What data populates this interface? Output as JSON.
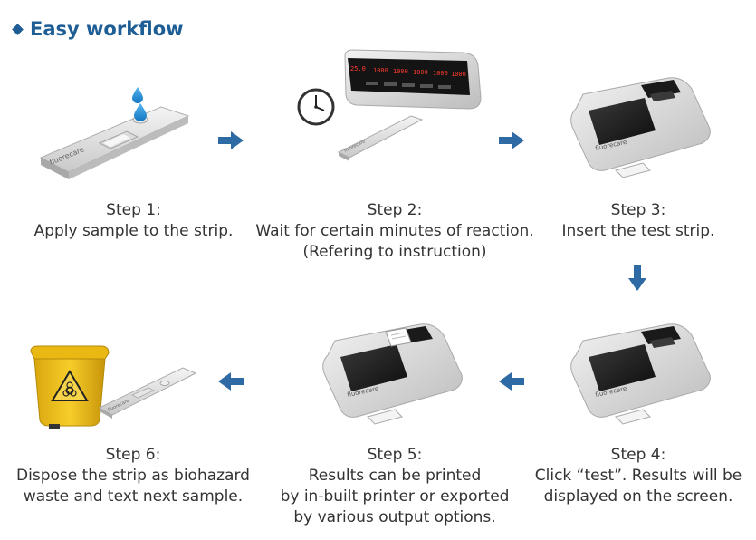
{
  "heading": "Easy workflow",
  "colors": {
    "accent": "#1f5e95",
    "arrow": "#2e6aa3",
    "bin": "#f2c21b"
  },
  "icons": {
    "heading": "diamond-bullet-icon",
    "arrow_right": "arrow-right-icon",
    "arrow_down": "arrow-down-icon",
    "arrow_left": "arrow-left-icon"
  },
  "brand": "fluorecare",
  "analyzer_display": [
    "25.0",
    "1000",
    "1000",
    "1000",
    "1000",
    "1000"
  ],
  "steps": [
    {
      "title": "Step 1:",
      "lines": [
        "Apply sample to the strip."
      ]
    },
    {
      "title": "Step 2:",
      "lines": [
        "Wait for certain minutes of reaction.",
        "(Refering to instruction)"
      ]
    },
    {
      "title": "Step 3:",
      "lines": [
        "Insert the test strip."
      ]
    },
    {
      "title": "Step 4:",
      "lines": [
        "Click “test”. Results will be",
        "displayed on the screen."
      ]
    },
    {
      "title": "Step 5:",
      "lines": [
        "Results can be printed",
        "by in-built printer or exported",
        "by various output options."
      ]
    },
    {
      "title": "Step 6:",
      "lines": [
        "Dispose the strip as biohazard",
        "waste and text next sample."
      ]
    }
  ]
}
